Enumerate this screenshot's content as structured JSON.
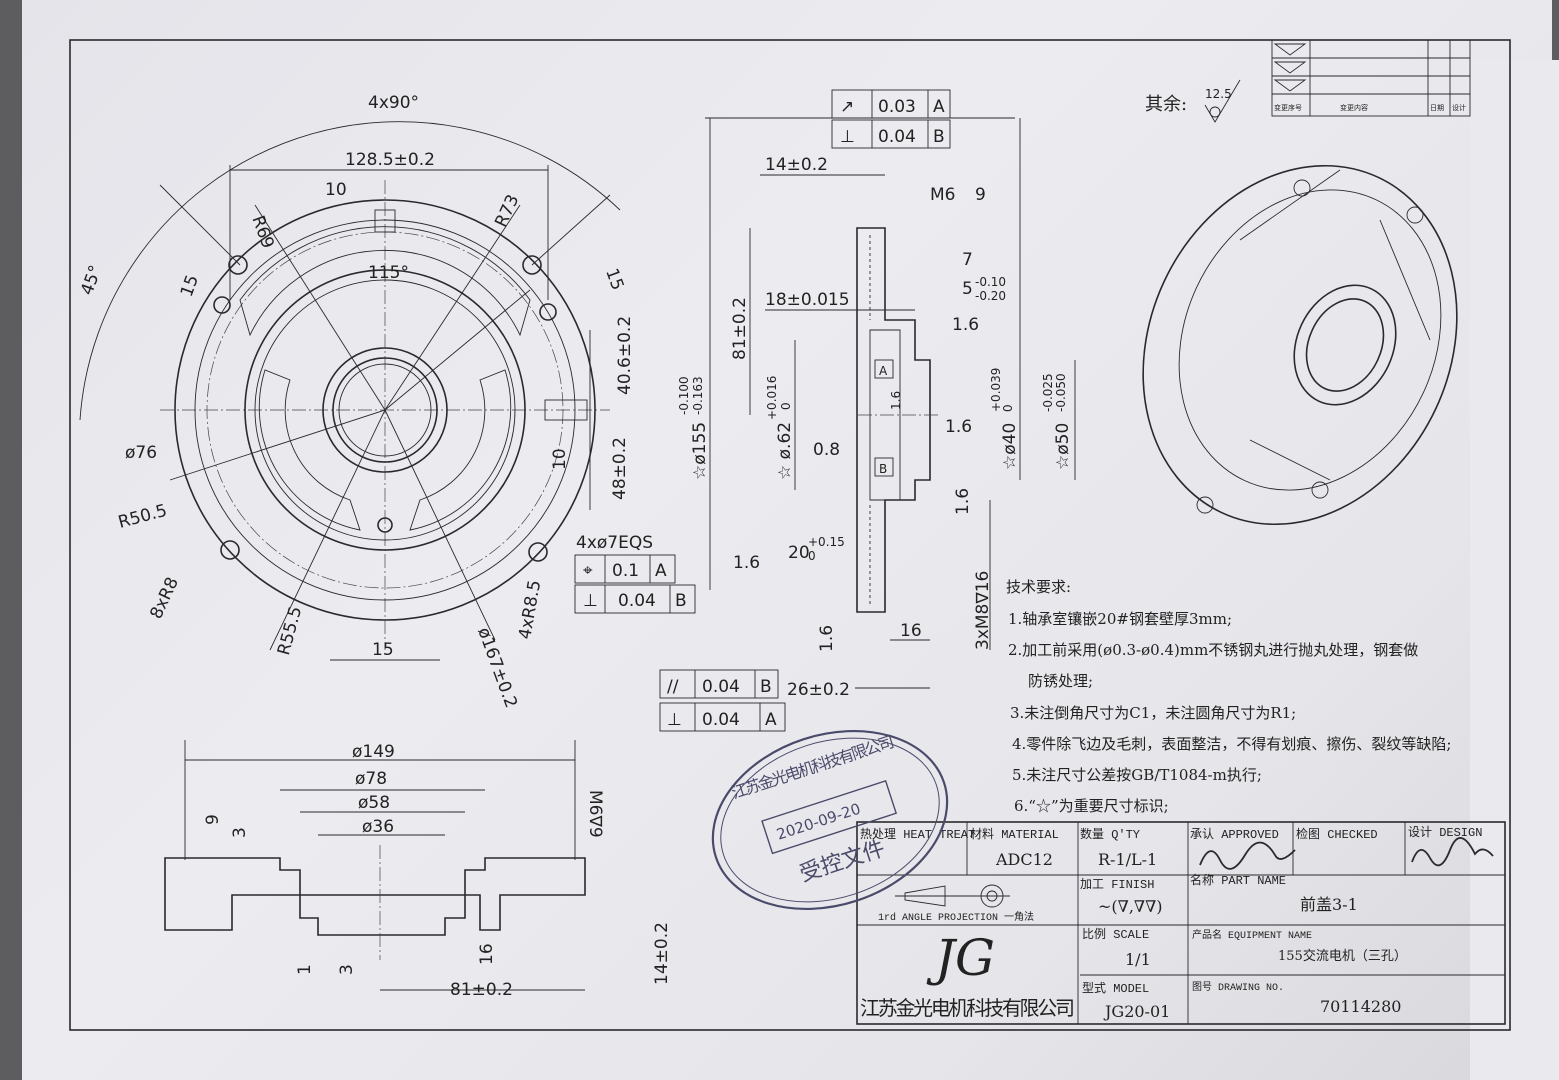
{
  "main_view": {
    "dims": [
      "4x90°",
      "128.5±0.2",
      "10",
      "R69",
      "R73",
      "45°",
      "15",
      "115°",
      "15",
      "40.6±0.2",
      "ø76",
      "10",
      "48±0.2",
      "R50.5",
      "8xR8",
      "4xø7EQS",
      "R55.5",
      "15",
      "ø167±0.2",
      "4xR8.5"
    ],
    "fcf": [
      {
        "sym": "⌖",
        "tol": "0.1",
        "datum": "A"
      },
      {
        "sym": "⊥",
        "tol": "0.04",
        "datum": "B"
      }
    ]
  },
  "section_view": {
    "dims": [
      "14±0.2",
      "M6",
      "9",
      "7",
      "5",
      "-0.10",
      "-0.20",
      "18±0.015",
      "81±0.2",
      "1.6",
      "☆ø155",
      "-0.100",
      "-0.163",
      "☆ ø.62",
      "+0.016",
      "0",
      "0.8",
      "1.6",
      "☆ø40",
      "+0.039",
      "0",
      "☆ø50",
      "-0.025",
      "-0.050",
      "1.6",
      "1.6",
      "20",
      "+0.15",
      "0",
      "3xM8∇16",
      "1.6",
      "16",
      "26±0.2",
      "A",
      "B",
      "1.6"
    ],
    "fcf_top": [
      {
        "sym": "↗",
        "tol": "0.03",
        "datum": "A"
      },
      {
        "sym": "⊥",
        "tol": "0.04",
        "datum": "B"
      }
    ],
    "fcf_bottom": [
      {
        "sym": "//",
        "tol": "0.04",
        "datum": "B"
      },
      {
        "sym": "⊥",
        "tol": "0.04",
        "datum": "A"
      }
    ]
  },
  "bottom_view": {
    "dims": [
      "ø149",
      "ø78",
      "ø58",
      "ø36",
      "9",
      "3",
      "M6∇9",
      "1",
      "3",
      "16",
      "81±0.2",
      "14±0.2"
    ]
  },
  "roughness_note": {
    "label": "其余:",
    "value": "12.5"
  },
  "revision_table": {
    "headers": [
      "变更序号",
      "变更内容",
      "日期",
      "设计"
    ]
  },
  "tech_requirements": {
    "title": "技术要求:",
    "items": [
      "1.轴承室镶嵌20#钢套壁厚3mm;",
      "2.加工前采用(ø0.3-ø0.4)mm不锈钢丸进行抛丸处理，钢套做",
      "防锈处理;",
      "3.未注倒角尺寸为C1，未注圆角尺寸为R1;",
      "4.零件除飞边及毛刺，表面整洁，不得有划痕、擦伤、裂纹等缺陷;",
      "5.未注尺寸公差按GB/T1084-m执行;",
      "6.“☆”为重要尺寸标识;"
    ]
  },
  "stamp": {
    "company": "江苏金光电机科技有限公司",
    "date": "2020-09-20",
    "text": "受控文件"
  },
  "title_block": {
    "heat_treat": "热处理 HEAT TREAT",
    "material_label": "材料 MATERIAL",
    "material": "ADC12",
    "qty_label": "数量 Q'TY",
    "qty": "R-1/L-1",
    "approved_label": "承认 APPROVED",
    "checked_label": "检图 CHECKED",
    "design_label": "设计 DESIGN",
    "projection": "1rd ANGLE  PROJECTION  一角法",
    "finish_label": "加工 FINISH",
    "finish": "~(∇,∇∇)",
    "part_name_label": "名称 PART NAME",
    "part_name": "前盖3-1",
    "logo": "JG",
    "company": "江苏金光电机科技有限公司",
    "scale_label": "比例 SCALE",
    "scale": "1/1",
    "equipment_label": "产品名 EQUIPMENT NAME",
    "equipment": "155交流电机（三孔）",
    "model_label": "型式 MODEL",
    "model": "JG20-01",
    "drawing_no_label": "图号 DRAWING NO.",
    "drawing_no": "70114280"
  }
}
